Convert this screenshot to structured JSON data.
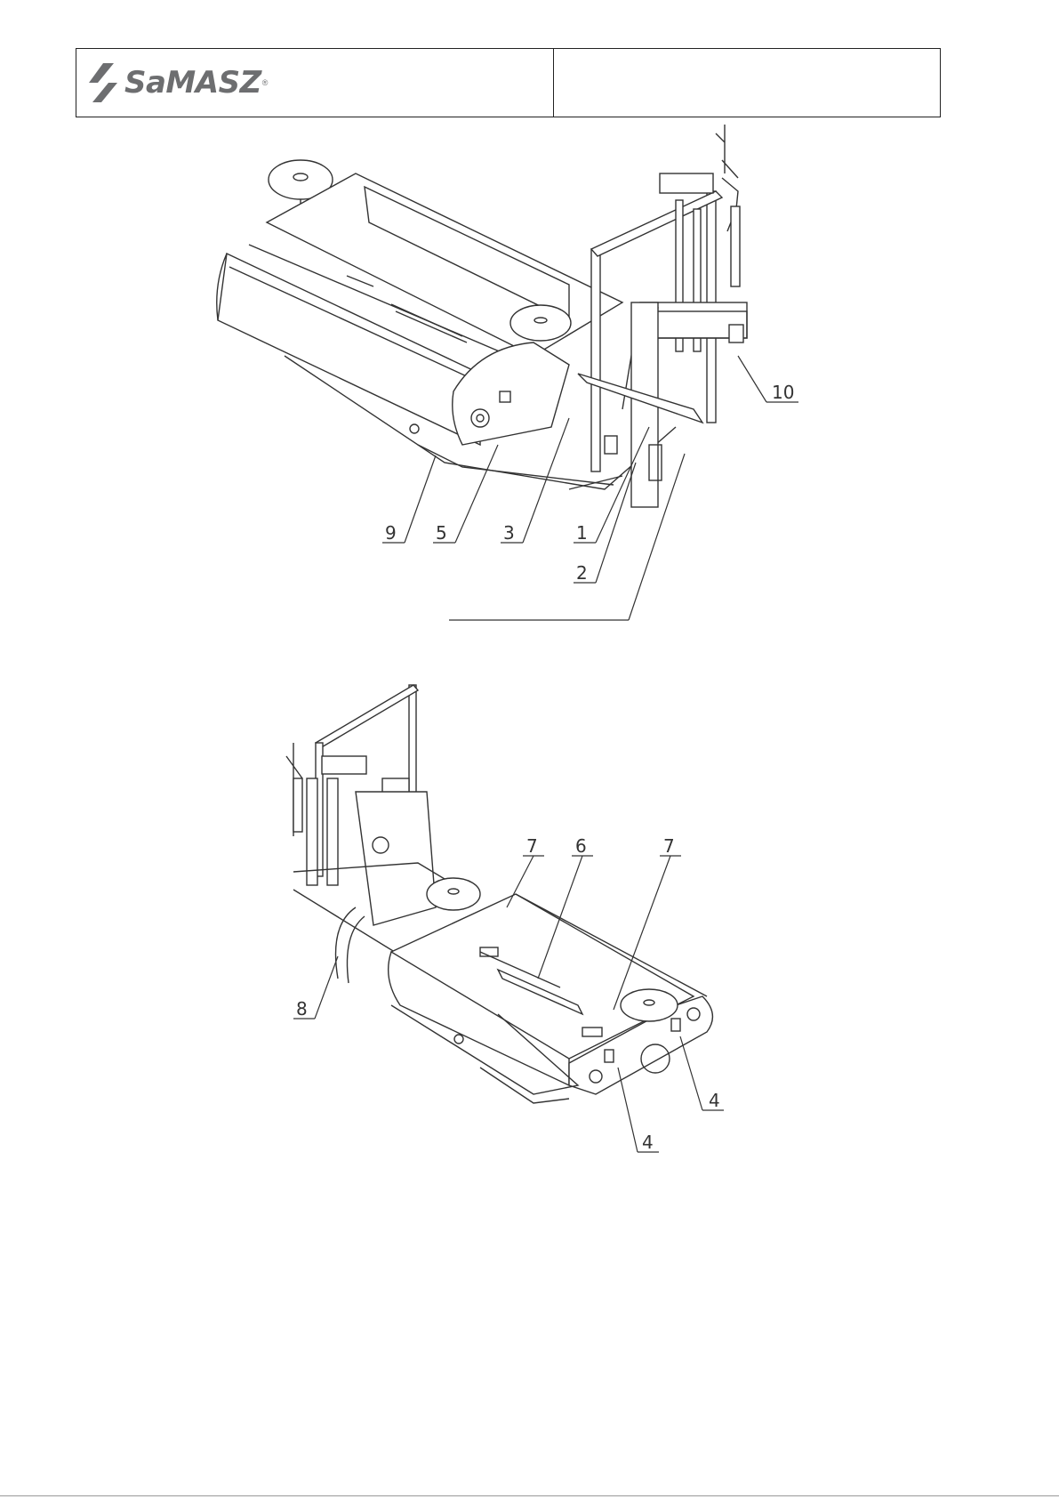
{
  "header": {
    "brand": "SaMASZ",
    "registered_mark": "®",
    "right_cell": ""
  },
  "figure_top": {
    "callouts": [
      "9",
      "5",
      "3",
      "1",
      "2",
      "10"
    ]
  },
  "figure_bottom": {
    "callouts": [
      "7",
      "6",
      "7",
      "8",
      "4",
      "4"
    ]
  },
  "colors": {
    "line": "#333333",
    "brand_grey": "#6d6e70"
  }
}
